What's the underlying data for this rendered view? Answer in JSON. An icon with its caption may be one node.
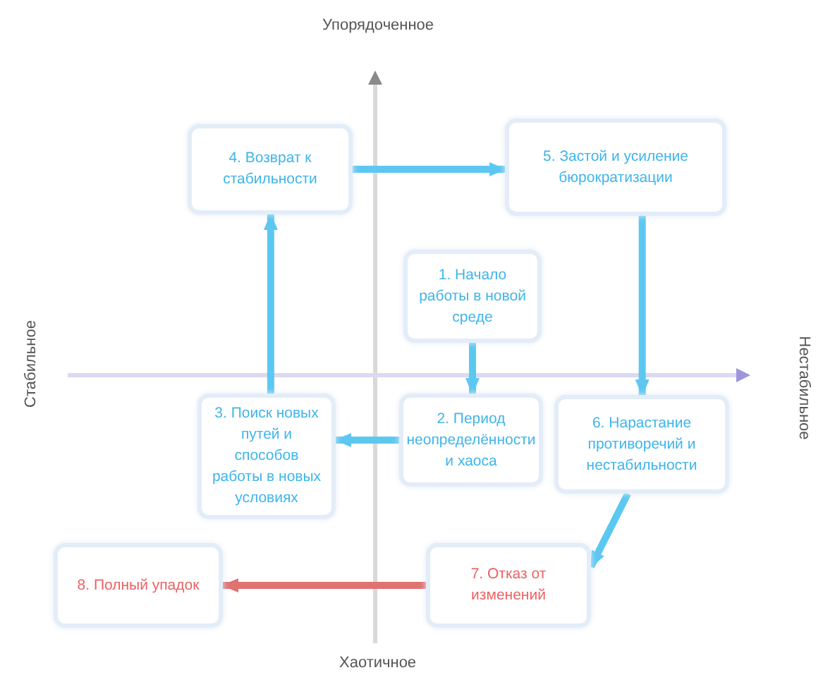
{
  "diagram": {
    "nodes": [
      {
        "text": [
          "4. Возврат к стабильности"
        ]
      },
      {
        "text": [
          "5. Застой и усиление бюрократизации"
        ]
      },
      {
        "text": [
          "1. Начало работы в новой среде"
        ]
      },
      {
        "text": [
          "3. Поиск новых путей и способов работы в новых условиях"
        ]
      },
      {
        "text": [
          "2. Период неопределённости и хаоса"
        ]
      },
      {
        "text": [
          "6. Нарастание противоречий и нестабильности"
        ]
      },
      {
        "text": [
          "8. Полный упадок"
        ]
      },
      {
        "text": [
          "7. Отказ от изменений"
        ]
      }
    ],
    "edges": [
      {
        "from": 2,
        "to": 4,
        "arrow": "to"
      },
      {
        "from": 4,
        "to": 3,
        "arrow": "to"
      },
      {
        "from": 3,
        "to": 0,
        "arrow": "to"
      },
      {
        "from": 0,
        "to": 1,
        "arrow": "to"
      },
      {
        "from": 1,
        "to": 5,
        "arrow": "to"
      },
      {
        "from": 5,
        "to": 7,
        "arrow": "to"
      },
      {
        "from": 7,
        "to": 6,
        "arrow": "to",
        "color": "#e07272"
      }
    ],
    "labels": [
      "Упорядоченное",
      "Стабильное",
      "Нестабильное",
      "Хаотичное"
    ]
  }
}
